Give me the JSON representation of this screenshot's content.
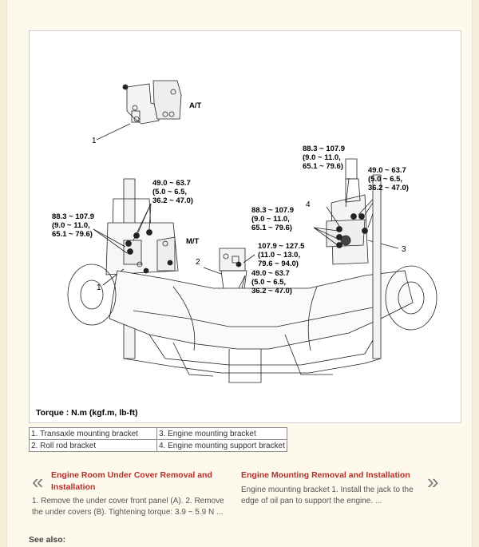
{
  "figure": {
    "labels": {
      "at": "A/T",
      "mt": "M/T",
      "callout_1a": "1",
      "callout_1b": "1",
      "callout_2": "2",
      "callout_3": "3",
      "callout_4": "4"
    },
    "torques": {
      "t_right_top": [
        "88.3 ~ 107.9",
        "(9.0 ~ 11.0,",
        "65.1 ~ 79.6)"
      ],
      "t_right_side": [
        "49.0 ~ 63.7",
        "(5.0 ~ 6.5,",
        "36.2 ~ 47.0)"
      ],
      "t_right_mid": [
        "88.3 ~ 107.9",
        "(9.0 ~ 11.0,",
        "65.1 ~ 79.6)"
      ],
      "t_left_top": [
        "49.0 ~ 63.7",
        "(5.0 ~ 6.5,",
        "36.2 ~ 47.0)"
      ],
      "t_left_side": [
        "88.3 ~ 107.9",
        "(9.0 ~ 11.0,",
        "65.1 ~ 79.6)"
      ],
      "t_center_top": [
        "107.9 ~ 127.5",
        "(11.0 ~ 13.0,",
        "79.6 ~ 94.0)"
      ],
      "t_center_bottom": [
        "49.0 ~ 63.7",
        "(5.0 ~ 6.5,",
        "36.2 ~ 47.0)"
      ]
    },
    "torque_unit": "Torque : N.m (kgf.m, lb-ft)"
  },
  "legend": {
    "rows": [
      [
        "1. Transaxle mounting bracket",
        "3. Engine mounting bracket"
      ],
      [
        "2. Roll rod bracket",
        "4. Engine mounting support bracket"
      ]
    ]
  },
  "nav": {
    "prev": {
      "arrow": "«",
      "title": "Engine Room Under Cover Removal and Installation",
      "text": "1. Remove the under cover front panel (A). 2. Remove the under covers (B). Tightening torque: 3.9 ~ 5.9 N ..."
    },
    "next": {
      "arrow": "»",
      "title": "Engine Mounting Removal and Installation",
      "text": "Engine mounting bracket 1. Install the jack to the edge of oil pan to support the engine.    ..."
    }
  },
  "see_also": "See also:"
}
